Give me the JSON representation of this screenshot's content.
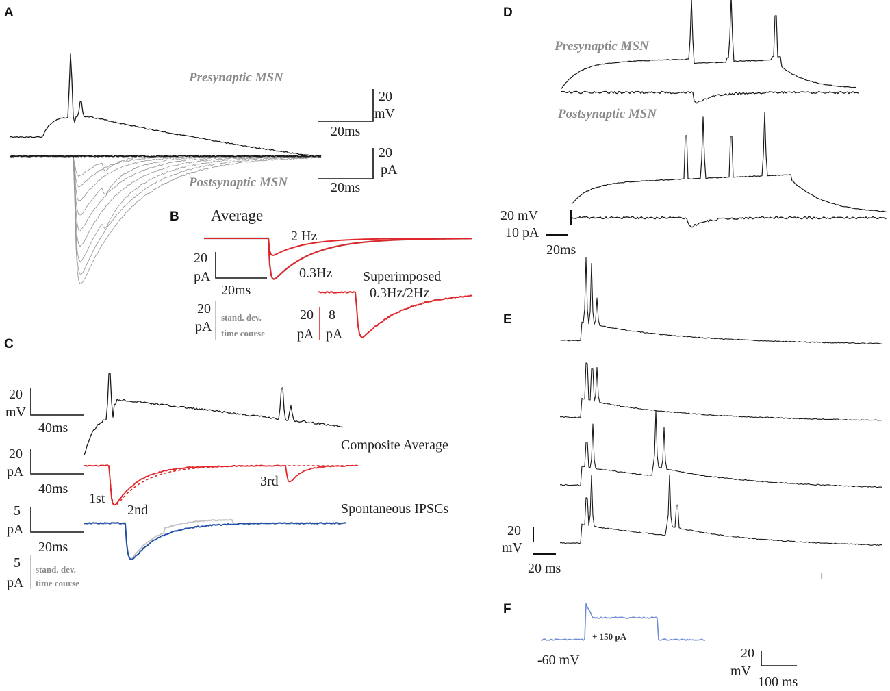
{
  "panels": {
    "A": "A",
    "B": "B",
    "C": "C",
    "D": "D",
    "E": "E",
    "F": "F"
  },
  "panel_a": {
    "pre_label": "Presynaptic MSN",
    "post_label": "Postsynaptic MSN",
    "scale_v": {
      "value": "20",
      "unit": "mV",
      "time": "20ms"
    },
    "scale_i": {
      "value": "20",
      "unit": "pA",
      "time": "20ms"
    }
  },
  "panel_b": {
    "title": "Average",
    "freq_2hz": "2 Hz",
    "freq_03hz": "0.3Hz",
    "scale": {
      "value": "20",
      "unit": "pA",
      "time": "20ms"
    },
    "sd_scale": {
      "value": "20",
      "unit": "pA",
      "line1": "stand. dev.",
      "line2": "time course"
    },
    "superimposed_line1": "Superimposed",
    "superimposed_line2": "0.3Hz/2Hz",
    "superimposed_scale_a": {
      "value": "20",
      "unit": "pA"
    },
    "superimposed_scale_b": {
      "value": "8",
      "unit": "pA"
    }
  },
  "panel_c": {
    "scale_v": {
      "value": "20",
      "unit": "mV",
      "time": "40ms"
    },
    "scale_i": {
      "value": "20",
      "unit": "pA",
      "time": "40ms"
    },
    "composite_label": "Composite Average",
    "first": "1st",
    "second": "2nd",
    "third": "3rd",
    "spont_label": "Spontaneous IPSCs",
    "scale_s": {
      "value": "5",
      "unit": "pA",
      "time": "20ms"
    },
    "sd_scale": {
      "value": "5",
      "unit": "pA",
      "line1": "stand. dev.",
      "line2": "time course"
    }
  },
  "panel_d": {
    "pre_label": "Presynaptic MSN",
    "post_label": "Postsynaptic MSN",
    "scale_v": "20 mV",
    "scale_i": "10 pA",
    "scale_t": "20ms"
  },
  "panel_e": {
    "scale": {
      "value": "20",
      "unit": "mV",
      "time": "20 ms"
    }
  },
  "panel_f": {
    "current": "+ 150 pA",
    "holding": "-60 mV",
    "scale": {
      "value": "20",
      "unit": "mV",
      "time": "100 ms"
    }
  },
  "colors": {
    "black": "#1a1a1a",
    "gray": "#9a9a9a",
    "red": "#e0262a",
    "blue": "#2350a8",
    "lightblue": "#6f8ed4"
  }
}
